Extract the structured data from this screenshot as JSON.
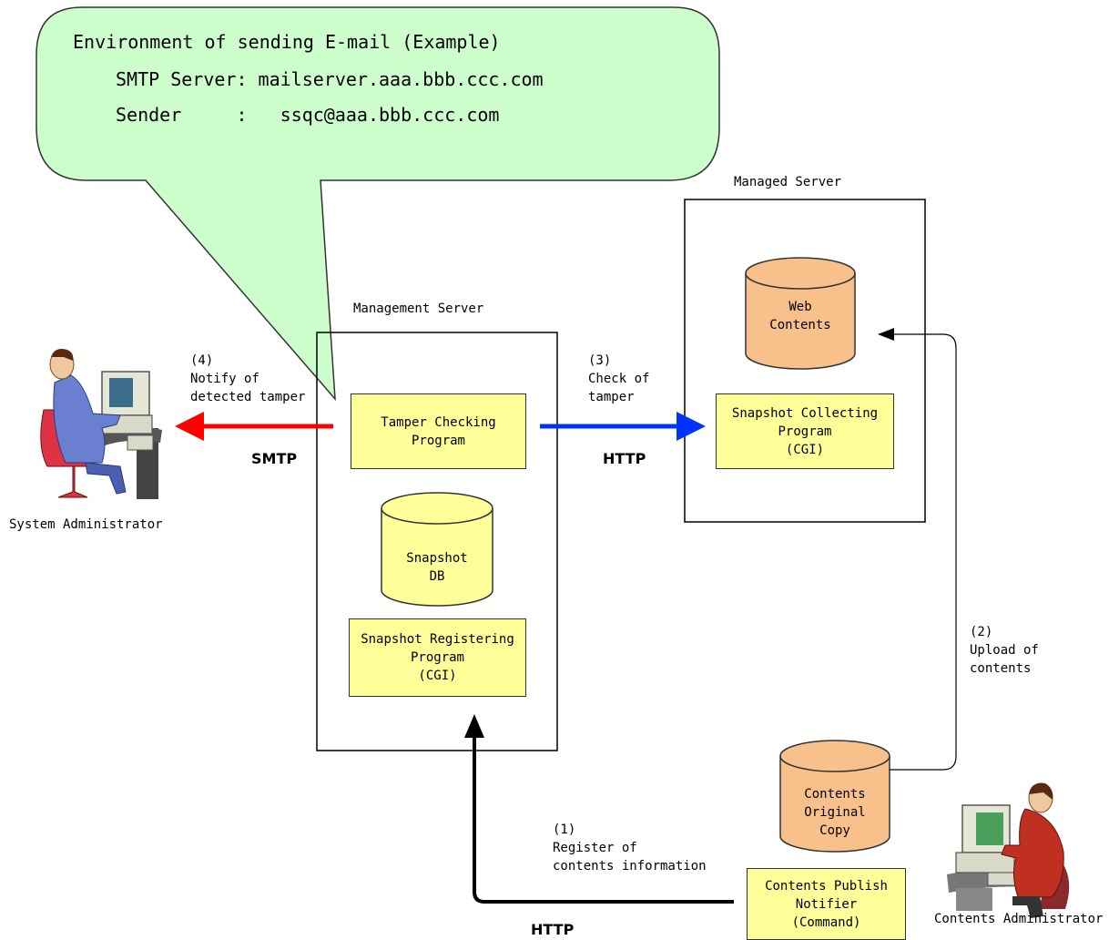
{
  "bubble": {
    "line1": "Environment of sending E-mail (Example)",
    "line2": "SMTP Server: mailserver.aaa.bbb.ccc.com",
    "line3": "Sender     :   ssqc@aaa.bbb.ccc.com"
  },
  "servers": {
    "management": "Management Server",
    "managed": "Managed Server"
  },
  "programs": {
    "tamper": "Tamper Checking\nProgram",
    "registering": "Snapshot Registering\nProgram\n(CGI)",
    "collecting": "Snapshot Collecting\nProgram\n(CGI)",
    "notifier": "Contents Publish\nNotifier\n(Command)"
  },
  "databases": {
    "snapshot_db": "Snapshot\nDB",
    "web_contents": "Web\nContents",
    "original_copy": "Contents\nOriginal\nCopy"
  },
  "steps": {
    "step1": "(1)\nRegister of\ncontents information",
    "step2": "(2)\nUpload of\ncontents",
    "step3": "(3)\nCheck of\ntamper",
    "step4": "(4)\nNotify of\ndetected tamper"
  },
  "protocols": {
    "smtp": "SMTP",
    "http_check": "HTTP",
    "http_register": "HTTP"
  },
  "people": {
    "system_admin": "System Administrator",
    "contents_admin": "Contents Administrator"
  },
  "colors": {
    "bubble_fill": "#ccffcc",
    "program_fill": "#ffff99",
    "db_yellow": "#ffff99",
    "db_orange": "#f8c08a",
    "smtp_arrow": "#ff0000",
    "http_arrow": "#0033ff",
    "register_arrow": "#000000"
  }
}
